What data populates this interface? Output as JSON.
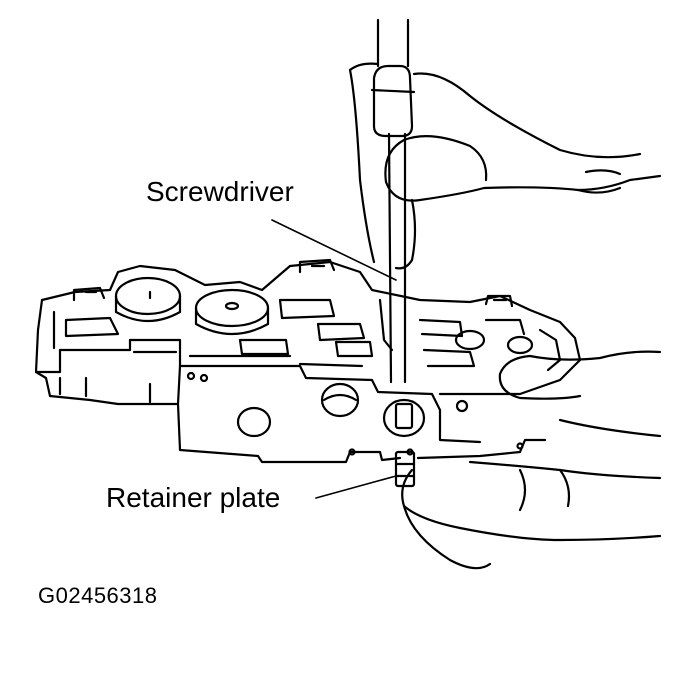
{
  "labels": {
    "screwdriver": "Screwdriver",
    "retainer_plate": "Retainer plate"
  },
  "figure_code": "G02456318",
  "colors": {
    "ink": "#000000",
    "paper": "#ffffff"
  }
}
